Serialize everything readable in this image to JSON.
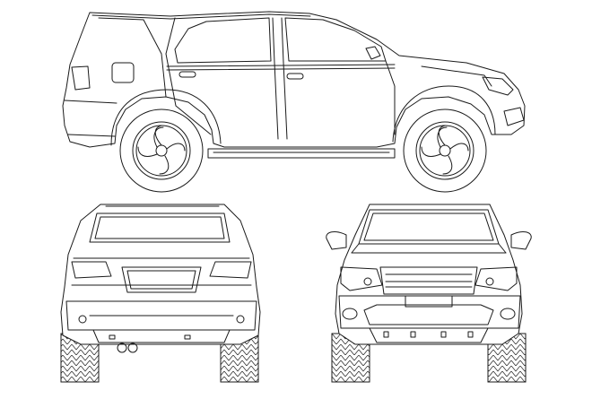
{
  "drawing": {
    "subject": "suv-cad-blueprint",
    "views": [
      {
        "id": "side",
        "label": ""
      },
      {
        "id": "rear",
        "label": ""
      },
      {
        "id": "front",
        "label": ""
      }
    ],
    "line_color": "#1a1a1a",
    "background": "#ffffff"
  }
}
